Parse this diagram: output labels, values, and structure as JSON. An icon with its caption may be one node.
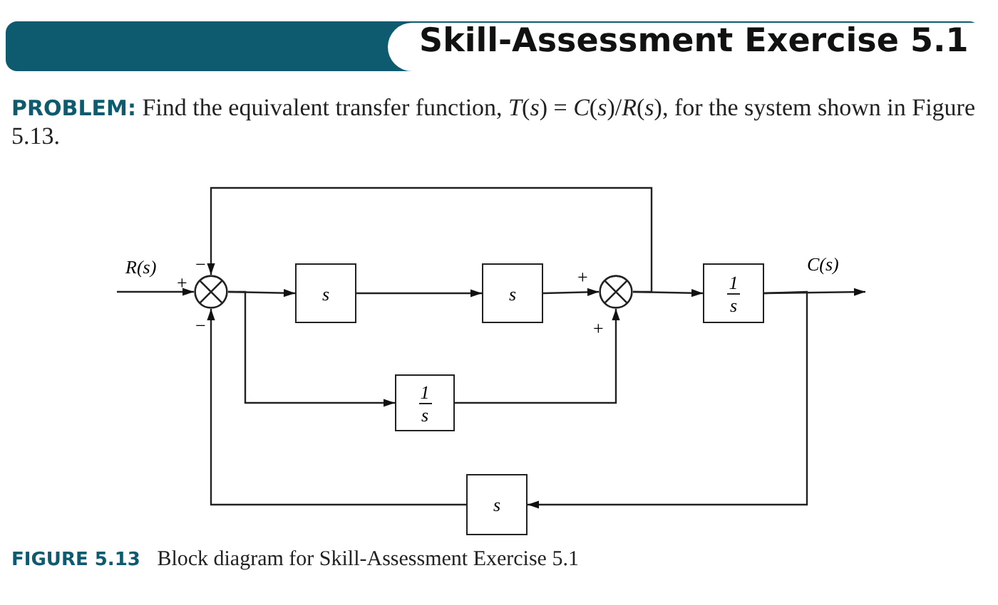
{
  "diagram": {
    "title": "Skill-Assessment Exercise 5.1",
    "caption": "**FIGURE 5.13** Block diagram for Skill-Assessment Exercise 5.1",
    "nodes": [
      {
        "text": [],
        "shape": "circle"
      },
      {
        "text": [
          "s"
        ]
      },
      {
        "text": [
          "s"
        ]
      },
      {
        "text": [],
        "shape": "circle"
      },
      {
        "text": [
          "1",
          "s"
        ]
      },
      {
        "text": [
          "1",
          "s"
        ]
      },
      {
        "text": [
          "s"
        ]
      }
    ],
    "edges": [
      {
        "from": null,
        "to": 0,
        "arrow": "to",
        "label": "R(s)"
      },
      {
        "from": 0,
        "to": 1,
        "arrow": "to"
      },
      {
        "from": 0,
        "to": 5,
        "arrow": "to"
      },
      {
        "from": 1,
        "to": 2,
        "arrow": "to"
      },
      {
        "from": 2,
        "to": 3,
        "arrow": "to"
      },
      {
        "from": 5,
        "to": 3,
        "arrow": "to"
      },
      {
        "from": 3,
        "to": 4,
        "arrow": "to"
      },
      {
        "from": 3,
        "to": 0,
        "arrow": "to"
      },
      {
        "from": 4,
        "to": null,
        "arrow": "to",
        "label": "C(s)"
      },
      {
        "from": 4,
        "to": 6,
        "arrow": "to"
      },
      {
        "from": 6,
        "to": 0,
        "arrow": "to"
      }
    ],
    "labels": [
      "**PROBLEM:** Find the equivalent transfer function, *T*(*s*) = *C*(*s*)/*R*(*s*), for the system shown in Figure 5.13.",
      "−",
      "+",
      "−",
      "+",
      "+"
    ]
  }
}
